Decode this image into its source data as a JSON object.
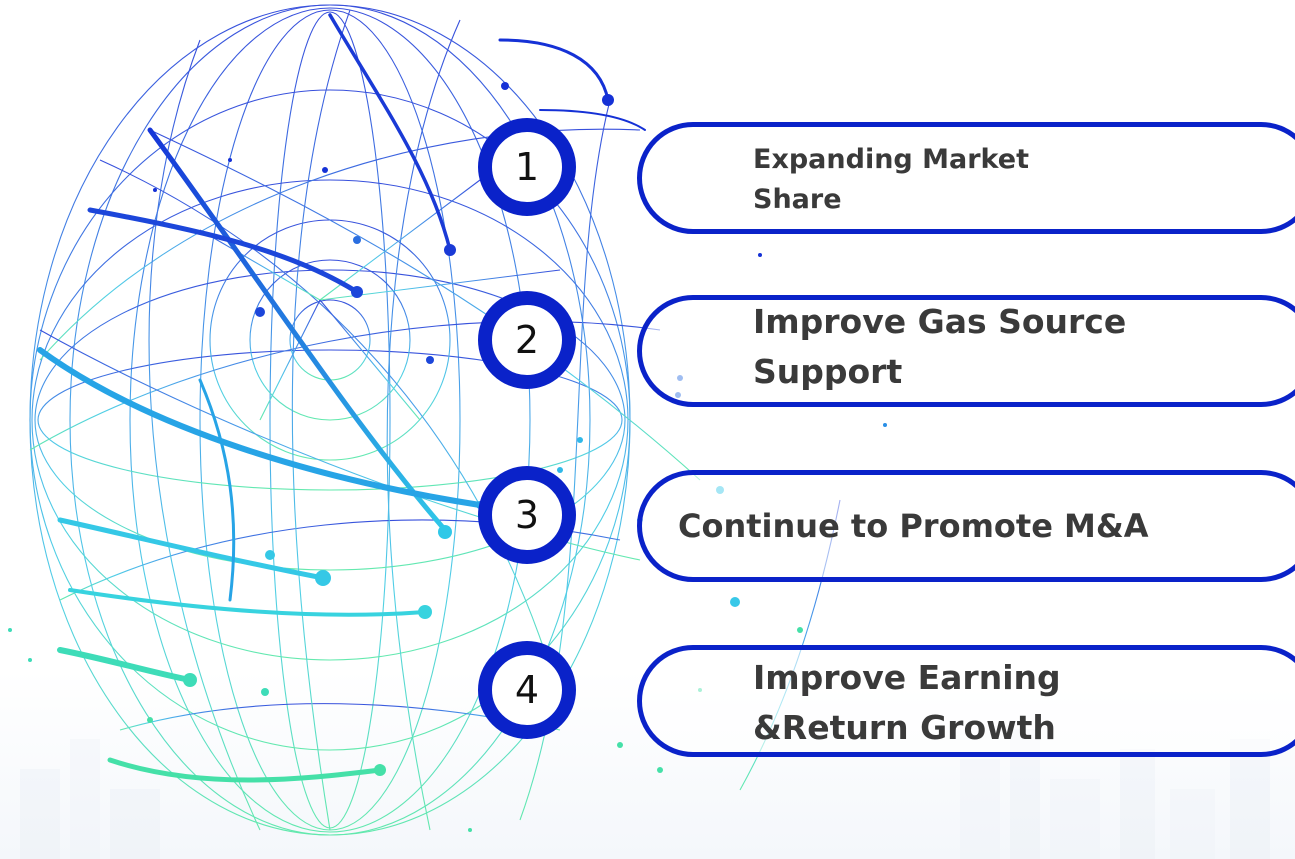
{
  "colors": {
    "accent_blue": "#0a22c9",
    "text_gray": "#3a3a3a",
    "number_text": "#111111",
    "globe_top": "#1a3ad8",
    "globe_mid": "#2aa8e8",
    "globe_bottom": "#3fe0a8"
  },
  "steps": [
    {
      "number": "1",
      "label": "Expanding Market\nShare"
    },
    {
      "number": "2",
      "label": "Improve Gas Source\nSupport"
    },
    {
      "number": "3",
      "label": "Continue to Promote M&A"
    },
    {
      "number": "4",
      "label": "Improve Earning\n&Return Growth"
    }
  ],
  "decoration": {
    "globe_icon": "wireframe-globe-icon"
  }
}
